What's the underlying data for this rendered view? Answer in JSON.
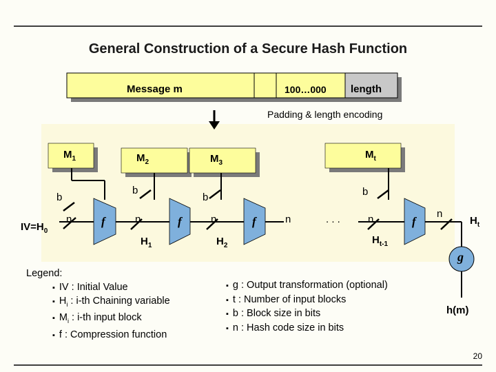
{
  "title": "General Construction of a Secure Hash Function",
  "message_bar": {
    "message": "Message m",
    "padding": "100…000",
    "length": "length"
  },
  "padding_caption": "Padding & length encoding",
  "blocks": {
    "m1": "M",
    "m1_sub": "1",
    "m2": "M",
    "m2_sub": "2",
    "m3": "M",
    "m3_sub": "3",
    "mt": "M",
    "mt_sub": "t"
  },
  "labels": {
    "b": "b",
    "n": "n",
    "f": "f",
    "iv": "IV=H",
    "iv_sub": "0",
    "h1": "H",
    "h1_sub": "1",
    "h2": "H",
    "h2_sub": "2",
    "ht1": "H",
    "ht1_sub": "t-1",
    "ht": "H",
    "ht_sub": "t",
    "ellipsis": ". . .",
    "g": "g",
    "hm": "h(m)"
  },
  "legend_left": {
    "heading": "Legend:",
    "items": [
      {
        "pre": "IV : Initial Value",
        "sub": "",
        "post": ""
      },
      {
        "pre": "H",
        "sub": "i",
        "post": " : i-th Chaining variable"
      },
      {
        "pre": "M",
        "sub": "i",
        "post": " : i-th input block"
      },
      {
        "pre": "f : Compression function",
        "sub": "",
        "post": ""
      }
    ]
  },
  "legend_right": {
    "items": [
      "g : Output transformation (optional)",
      "t : Number of input blocks",
      "b : Block size in bits",
      "n : Hash code size in bits"
    ]
  },
  "page_number": "20",
  "colors": {
    "block_fill": "#fdfd9c",
    "block_shadow": "#7a7a7a",
    "compressor": "#7fb0dc",
    "pad_fill": "#c8c8c8",
    "accent": "#000000"
  }
}
